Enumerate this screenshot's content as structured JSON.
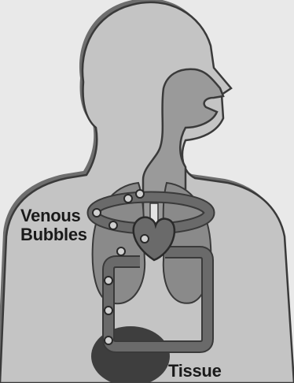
{
  "labels": {
    "venous_line1": "Venous",
    "venous_line2": "Bubbles",
    "tissue": "Tissue"
  },
  "colors": {
    "background": "#e9e9e9",
    "body_fill": "#c4c4c4",
    "body_outline": "#3a3a3a",
    "body_shadow": "#6e6e6e",
    "inner_dark": "#8a8a8a",
    "vessel": "#626262",
    "tissue": "#3e3e3e",
    "bubble_fill": "#d0d0d0"
  }
}
